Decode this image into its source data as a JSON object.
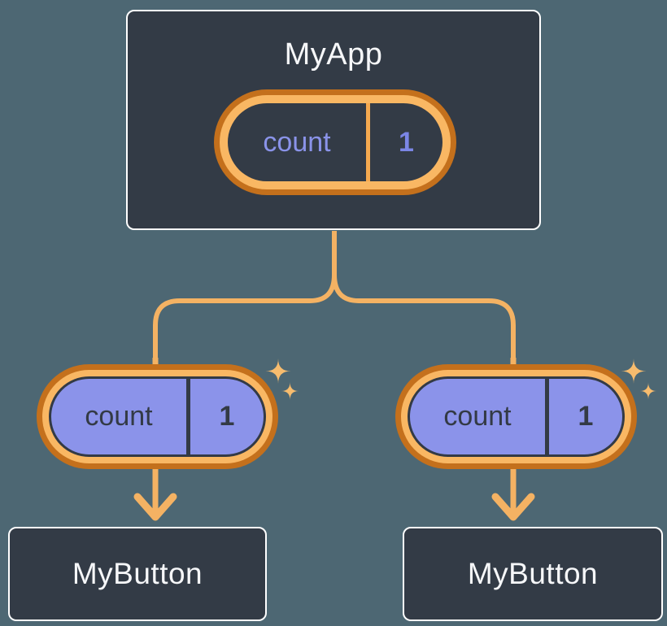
{
  "diagram": {
    "description": "React component tree sharing state",
    "root": {
      "title": "MyApp",
      "state": {
        "name": "count",
        "value": "1"
      }
    },
    "children": [
      {
        "title": "MyButton",
        "state": {
          "name": "count",
          "value": "1"
        }
      },
      {
        "title": "MyButton",
        "state": {
          "name": "count",
          "value": "1"
        }
      }
    ]
  },
  "colors": {
    "bg": "#4D6773",
    "card": "#333B46",
    "card-border": "#FFFFFF",
    "title-text": "#F6F7F9",
    "ring-outer": "#C4701C",
    "ring-inner": "#F9B763",
    "connector": "#F4B263",
    "sparkle": "#F7BC6E",
    "pill-purple": "#8B93EA",
    "navy": "#333A45",
    "periwinkle": "#8A93E9",
    "periwinkle-bold": "#7B86E6",
    "divider-orange": "#F5A94F"
  }
}
